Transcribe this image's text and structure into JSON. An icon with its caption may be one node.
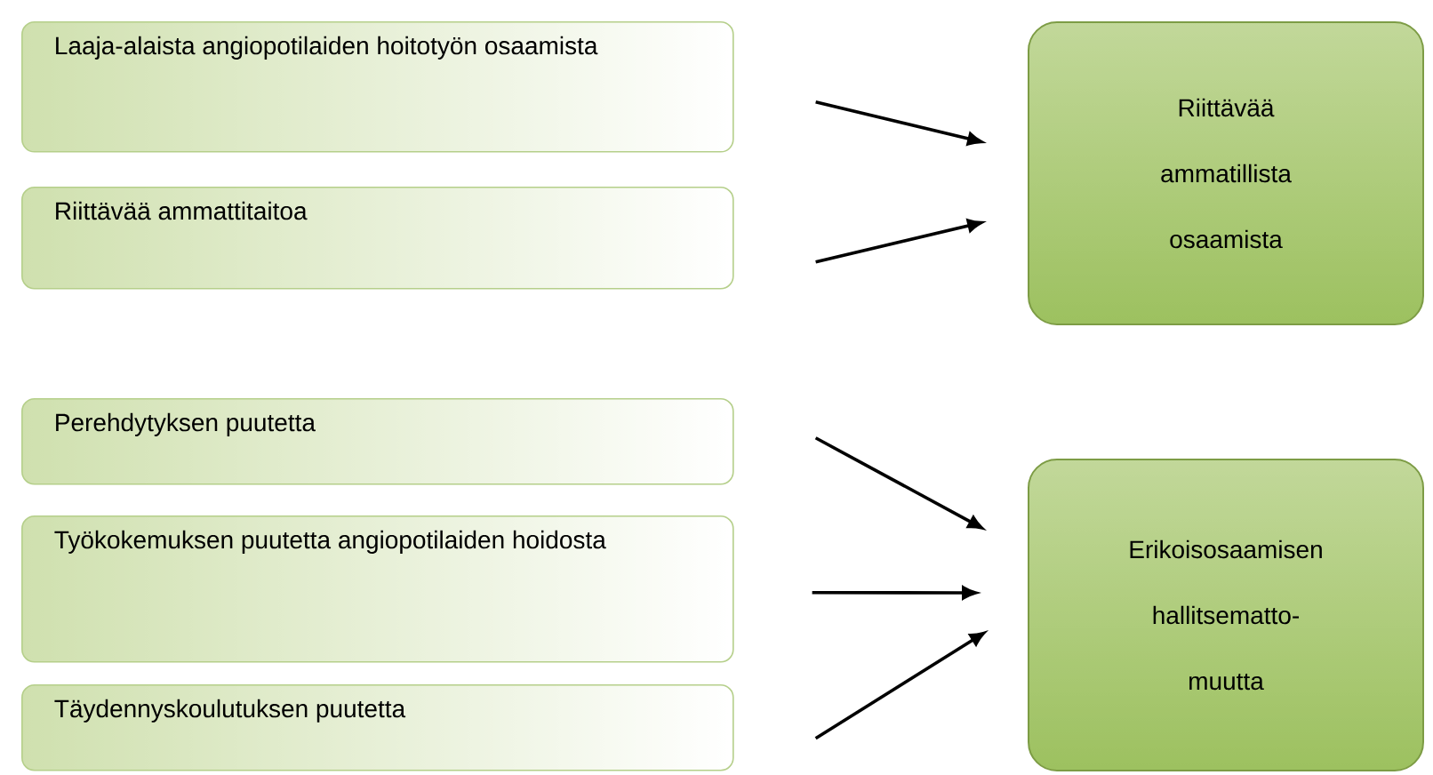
{
  "diagram": {
    "nodes": [
      {
        "text": [
          "Laaja-alaista angiopotilaiden hoitotyön osaamista"
        ]
      },
      {
        "text": [
          "Riittävää ammattitaitoa"
        ]
      },
      {
        "text": [
          "Riittävää ammatillista osaamista"
        ]
      },
      {
        "text": [
          "Perehdytyksen puutetta"
        ]
      },
      {
        "text": [
          "Työkokemuksen puutetta angiopotilaiden hoidosta"
        ]
      },
      {
        "text": [
          "Täydennyskoulutuksen puutetta"
        ]
      },
      {
        "text": [
          "Erikoisosaamisen hallitsematto- muutta"
        ]
      }
    ],
    "edges": [
      {
        "from": 0,
        "to": 2,
        "arrow": "to"
      },
      {
        "from": 1,
        "to": 2,
        "arrow": "to"
      },
      {
        "from": 3,
        "to": 6,
        "arrow": "to"
      },
      {
        "from": 4,
        "to": 6,
        "arrow": "to"
      },
      {
        "from": 5,
        "to": 6,
        "arrow": "to"
      }
    ]
  }
}
